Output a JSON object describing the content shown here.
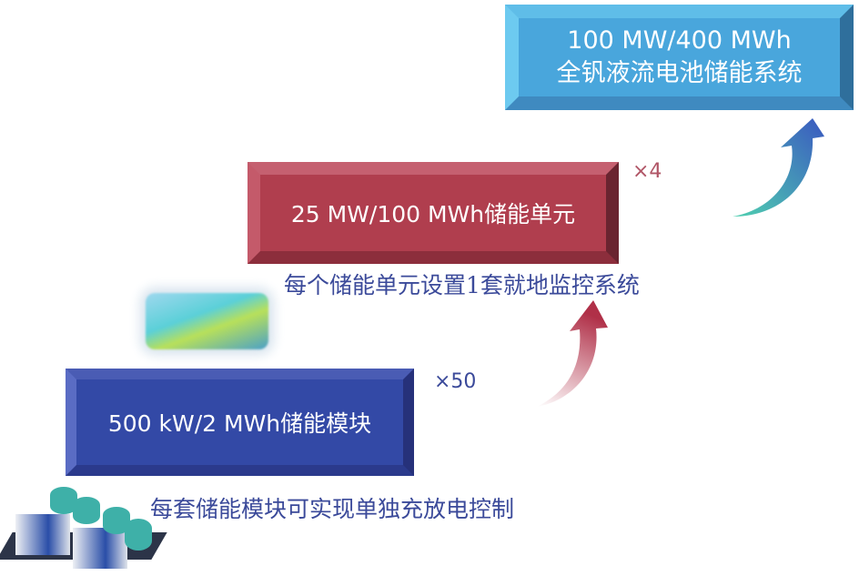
{
  "system": {
    "line1": "100 MW/400 MWh",
    "line2": "全钒液流电池储能系统"
  },
  "unit": {
    "label": "25 MW/100 MWh储能单元",
    "multiplier": "×4",
    "caption": "每个储能单元设置1套就地监控系统"
  },
  "module": {
    "label": "500 kW/2 MWh储能模块",
    "multiplier": "×50",
    "caption": "每套储能模块可实现单独充放电控制"
  },
  "colors": {
    "system": "#49a6dc",
    "unit": "#b03e4e",
    "module": "#3349a6"
  }
}
